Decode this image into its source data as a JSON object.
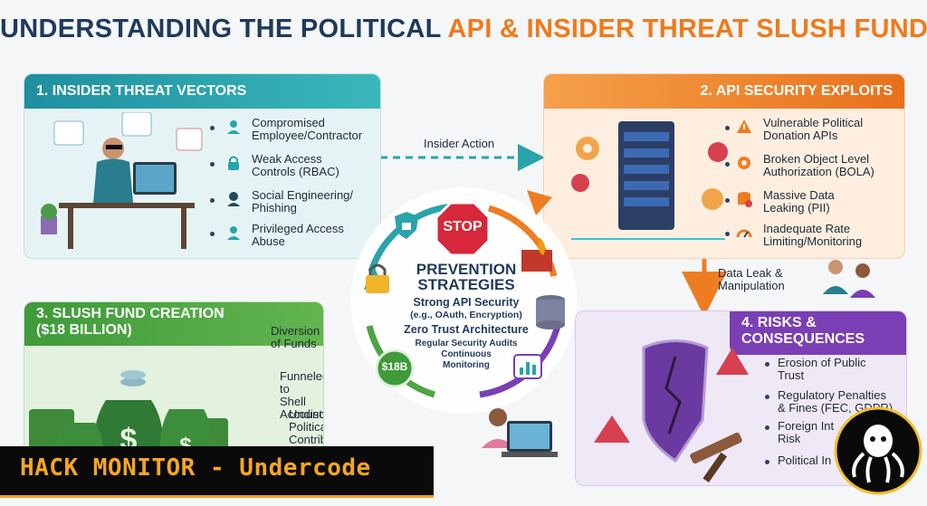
{
  "title": {
    "part1": "UNDERSTANDING THE POLITICAL ",
    "part2": "API & INSIDER THREAT SLUSH FUND"
  },
  "panel1": {
    "header": "1. INSIDER THREAT VECTORS",
    "items": [
      "Compromised\nEmployee/Contractor",
      "Weak Access\nControls (RBAC)",
      "Social Engineering/\nPhishing",
      "Privileged Access\nAbuse"
    ]
  },
  "panel2": {
    "header": "2. API SECURITY EXPLOITS",
    "items": [
      "Vulnerable Political\nDonation APIs",
      "Broken Object Level\nAuthorization (BOLA)",
      "Massive Data\nLeaking (PII)",
      "Inadequate Rate\nLimiting/Monitoring"
    ]
  },
  "panel3": {
    "header": "3. SLUSH FUND CREATION\n($18 BILLION)",
    "flows": [
      "Diversion\nof Funds",
      "Funneled to\nShell Accounts",
      "Undisclosed Political\nContributions"
    ]
  },
  "panel4": {
    "header": "4. RISKS &\nCONSEQUENCES",
    "items": [
      "Erosion of Public\nTrust",
      "Regulatory Penalties\n& Fines (FEC, GDPR)",
      "Foreign Int\nRisk",
      "Political In"
    ]
  },
  "connectors": {
    "insider_action": "Insider Action",
    "data_leak": "Data Leak &\nManipulation"
  },
  "center": {
    "stop": "STOP",
    "title": "PREVENTION\nSTRATEGIES",
    "line1": "Strong API Security",
    "line2": "(e.g., OAuth, Encryption)",
    "line3": "Zero Trust Architecture",
    "line4": "Regular Security Audits",
    "line5": "Continuous",
    "line6": "Monitoring",
    "badge": "$18B"
  },
  "banner": "HACK MONITOR - Undercode",
  "colors": {
    "teal": "#2aa3aa",
    "orange": "#ee7d22",
    "green": "#4ea443",
    "purple": "#7a3fb4",
    "navy": "#1f3a5c"
  }
}
